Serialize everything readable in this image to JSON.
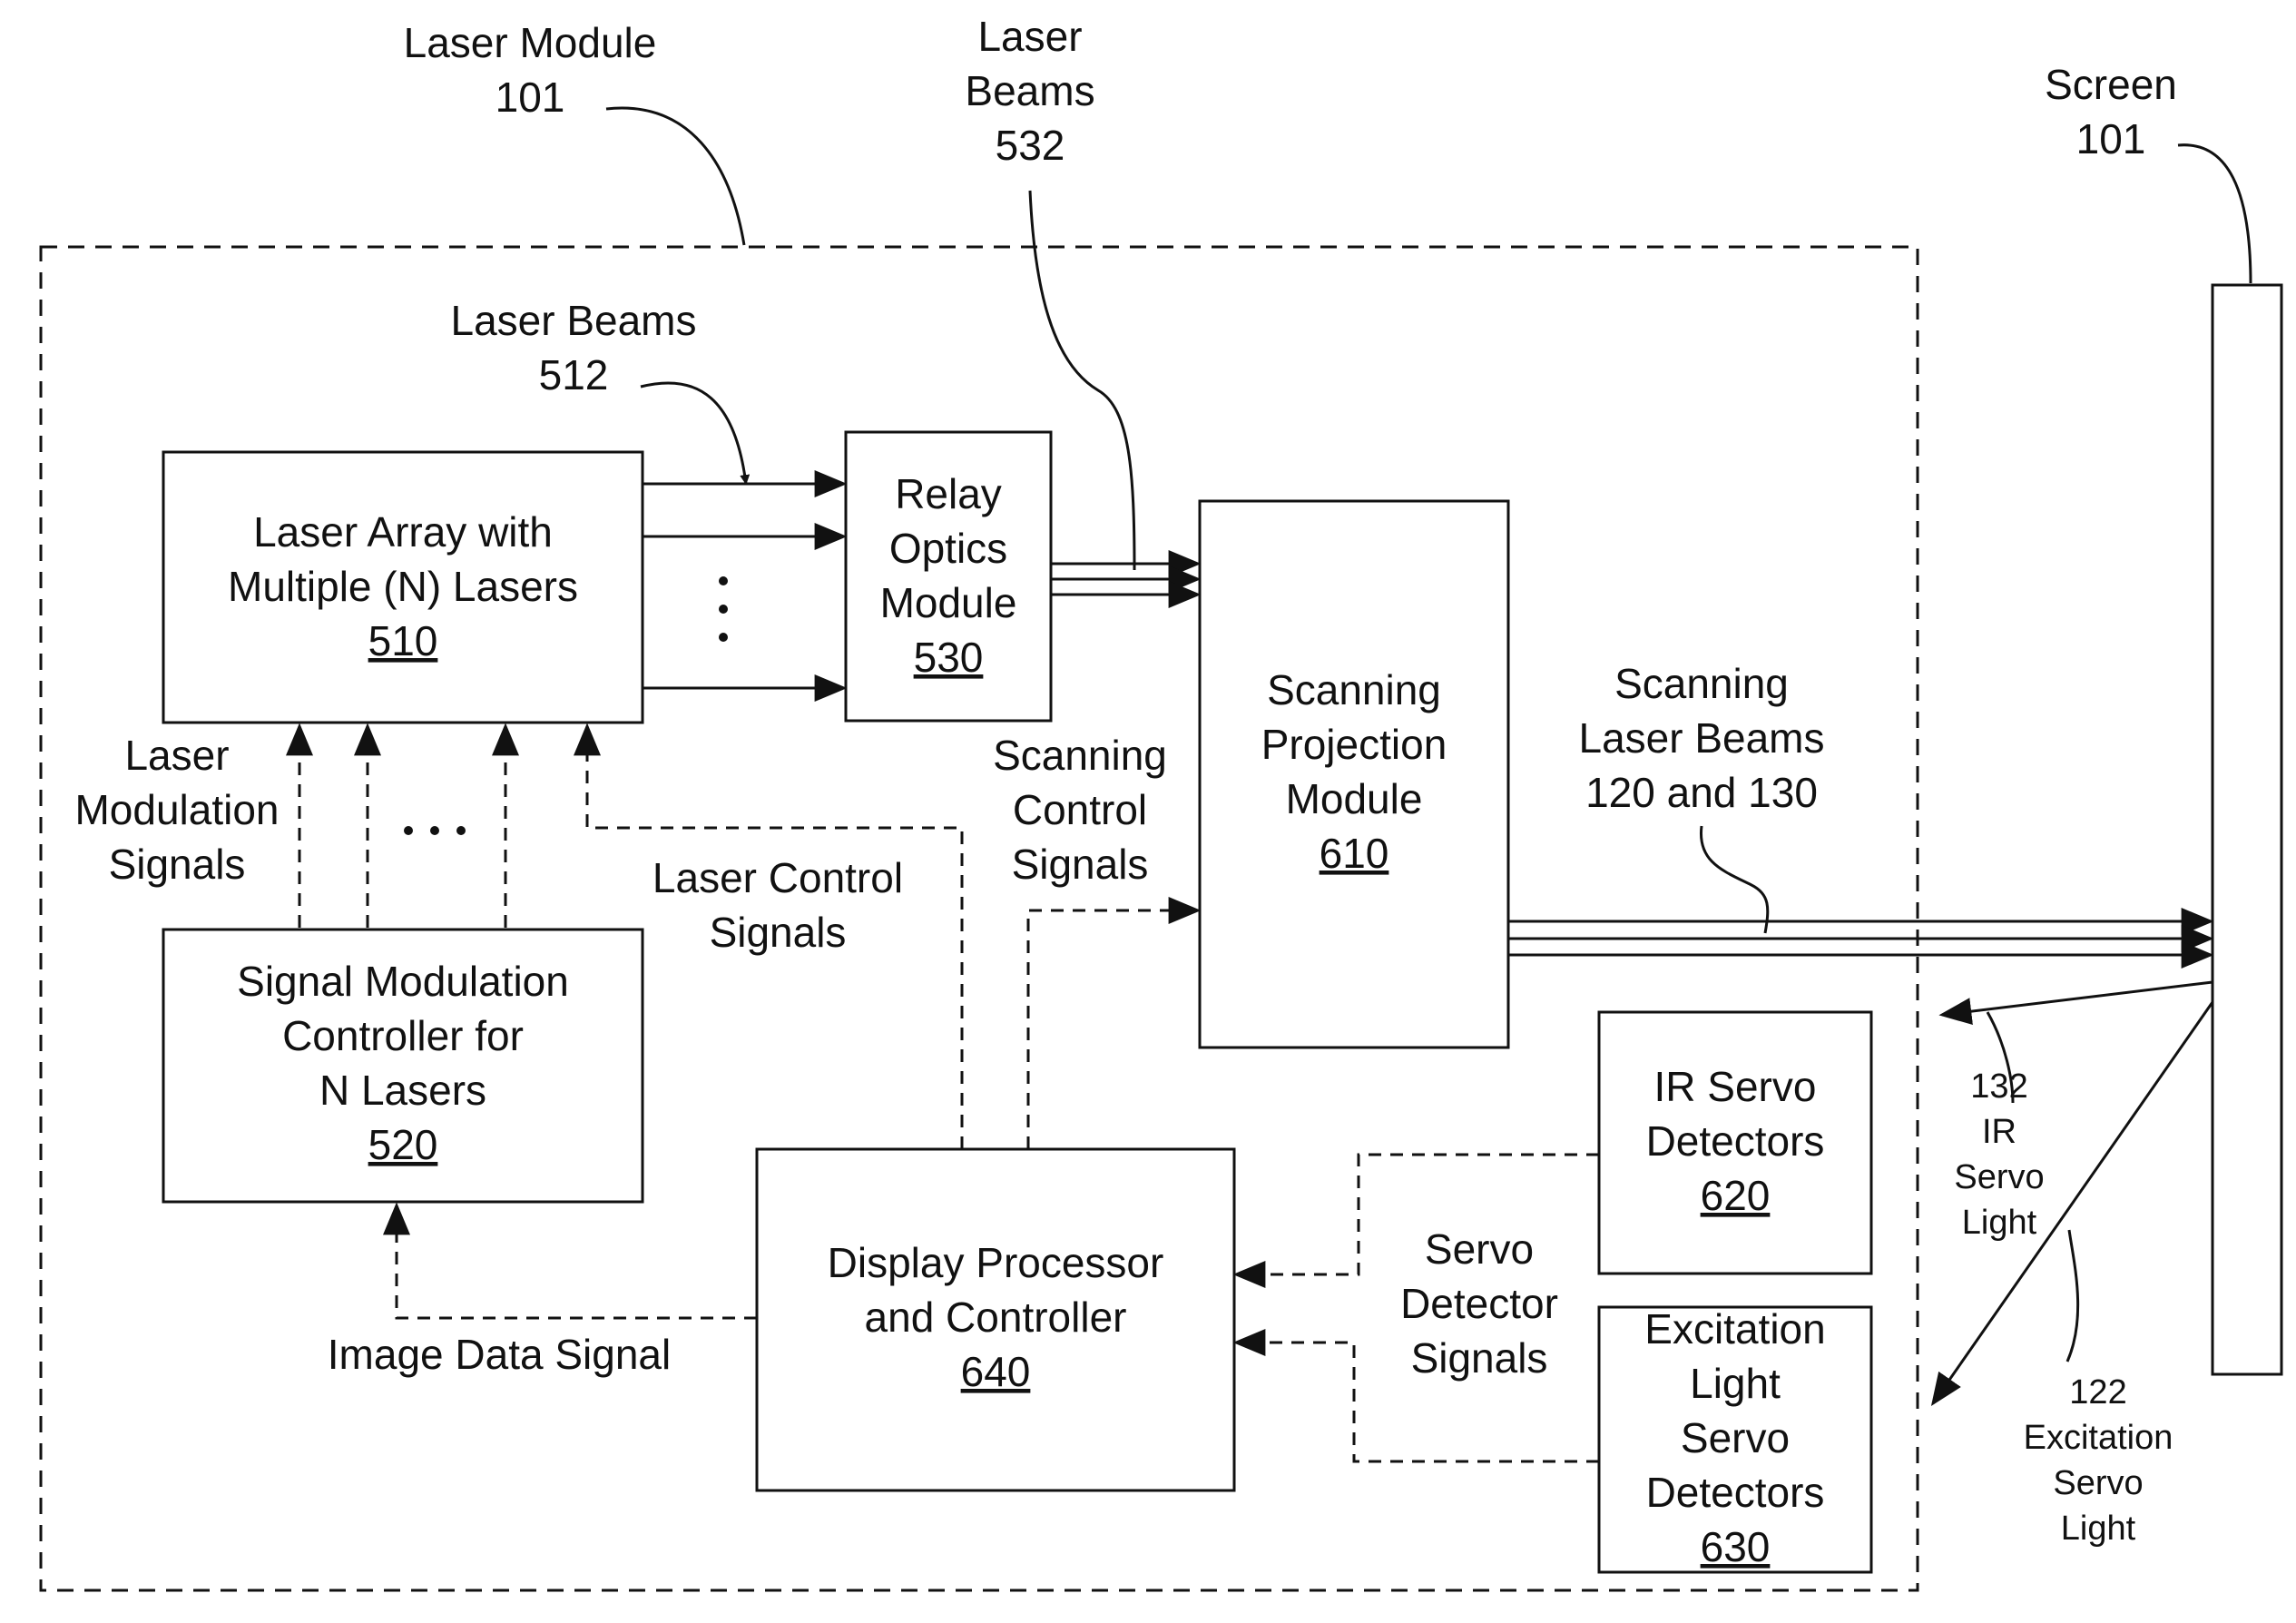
{
  "labels": {
    "laser_module": [
      "Laser Module",
      "101"
    ],
    "laser_beams_532": [
      "Laser",
      "Beams",
      "532"
    ],
    "screen": [
      "Screen",
      "101"
    ],
    "laser_beams_512": [
      "Laser Beams",
      "512"
    ],
    "laser_modulation_signals": [
      "Laser",
      "Modulation",
      "Signals"
    ],
    "scanning_control_signals": [
      "Scanning",
      "Control",
      "Signals"
    ],
    "laser_control_signals": [
      "Laser Control",
      "Signals"
    ],
    "scanning_laser_beams": [
      "Scanning",
      "Laser Beams",
      "120 and 130"
    ],
    "image_data_signal": [
      "Image Data Signal"
    ],
    "servo_detector_signals": [
      "Servo",
      "Detector",
      "Signals"
    ],
    "ir_servo_light": [
      "132",
      "IR",
      "Servo",
      "Light"
    ],
    "excitation_servo_light": [
      "122",
      "Excitation",
      "Servo",
      "Light"
    ]
  },
  "boxes": {
    "laser_array": {
      "lines": [
        "Laser Array with",
        "Multiple (N) Lasers"
      ],
      "ref": "510"
    },
    "relay_optics": {
      "lines": [
        "Relay",
        "Optics",
        "Module"
      ],
      "ref": "530"
    },
    "scanning_projection": {
      "lines": [
        "Scanning",
        "Projection",
        "Module"
      ],
      "ref": "610"
    },
    "signal_modulation": {
      "lines": [
        "Signal Modulation",
        "Controller for",
        "N Lasers"
      ],
      "ref": "520"
    },
    "display_processor": {
      "lines": [
        "Display Processor",
        "and Controller"
      ],
      "ref": "640"
    },
    "ir_servo": {
      "lines": [
        "IR Servo",
        "Detectors"
      ],
      "ref": "620"
    },
    "excitation_servo": {
      "lines": [
        "Excitation",
        "Light",
        "Servo",
        "Detectors"
      ],
      "ref": "630"
    }
  },
  "colors": {
    "ink": "#111111",
    "background": "#ffffff"
  }
}
